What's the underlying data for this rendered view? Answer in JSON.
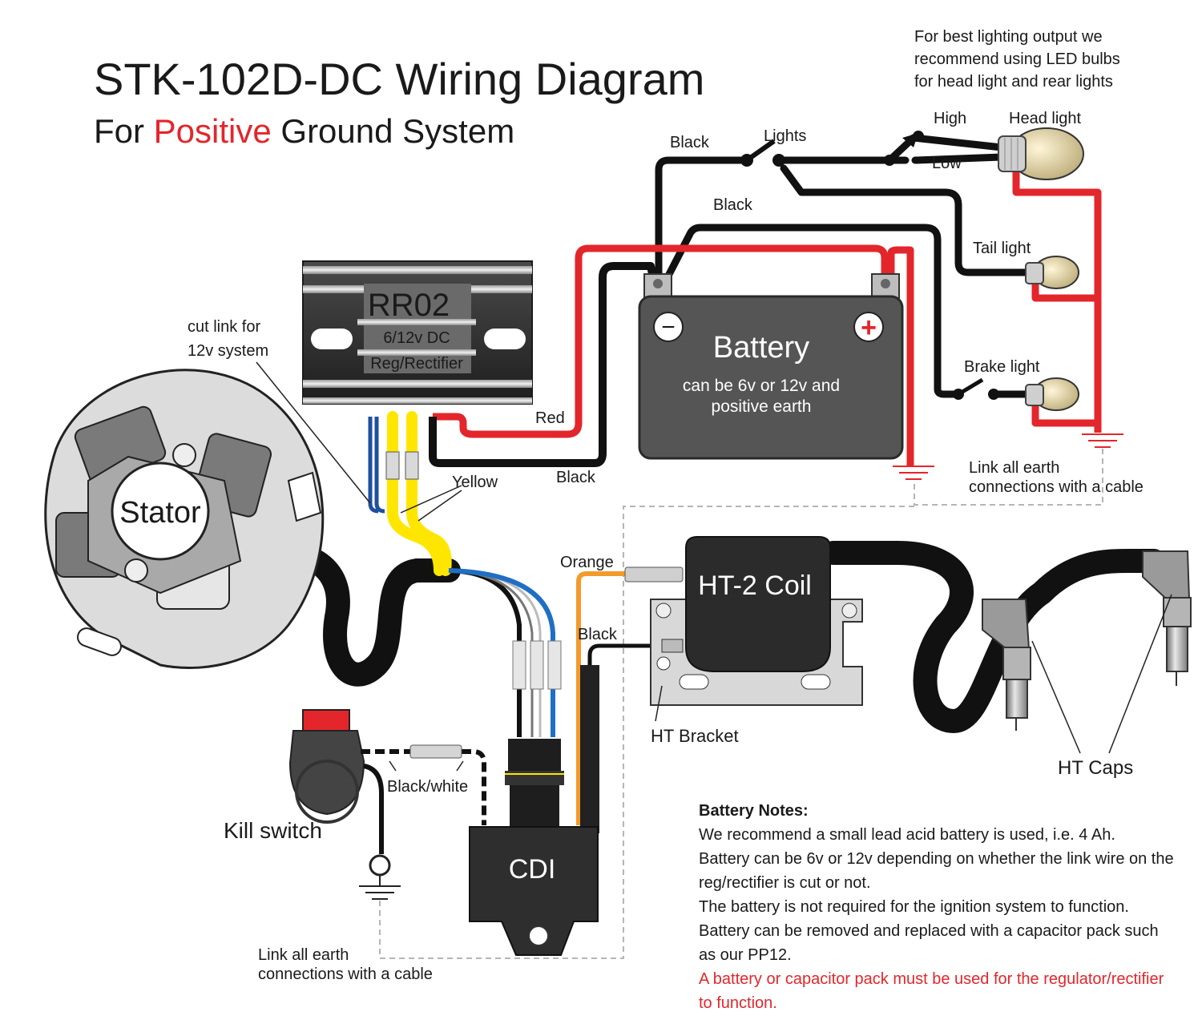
{
  "title": "STK-102D-DC Wiring Diagram",
  "subtitle": {
    "before": "For ",
    "highlight": "Positive",
    "after": " Ground System"
  },
  "led_note": [
    "For best lighting output we",
    "recommend using LED bulbs",
    "for head light and rear lights"
  ],
  "regulator": {
    "name": "RR02",
    "spec": "6/12v DC",
    "desc": "Reg/Rectifier"
  },
  "battery": {
    "name": "Battery",
    "desc": [
      "can be 6v or 12v and",
      "positive earth"
    ],
    "neg": "−",
    "pos": "+"
  },
  "stator": "Stator",
  "cdi": "CDI",
  "coil": "HT-2 Coil",
  "labels": {
    "cut_link": [
      "cut link for",
      "12v system"
    ],
    "red": "Red",
    "black_rr": "Black",
    "yellow": "Yellow",
    "black_top": "Black",
    "black_mid": "Black",
    "lights": "Lights",
    "high": "High",
    "low": "Low",
    "head_light": "Head light",
    "tail_light": "Tail light",
    "brake_light": "Brake light",
    "link_earth_right": [
      "Link all earth",
      "connections with a cable"
    ],
    "orange": "Orange",
    "black_coil": "Black",
    "ht_bracket": "HT Bracket",
    "ht_caps": "HT Caps",
    "black_white": "Black/white",
    "kill_switch": "Kill switch",
    "link_earth_bottom": [
      "Link all earth",
      "connections with a cable"
    ]
  },
  "notes": {
    "heading": "Battery Notes:",
    "lines": [
      "We recommend a small lead acid battery is used, i.e. 4 Ah.",
      "Battery can be 6v or 12v depending on whether the link wire on the",
      "reg/rectifier is cut or not.",
      "The battery is not required for the ignition system to function.",
      "Battery can be removed and replaced with a capacitor pack such",
      "as our PP12."
    ],
    "warning": [
      "A battery or capacitor pack must be used for the regulator/rectifier",
      "to function."
    ]
  },
  "colors": {
    "wire_red": "#e3262b",
    "wire_black": "#111111",
    "wire_yellow": "#ffe600",
    "wire_blue": "#1f6fc4",
    "wire_orange": "#f39a2b",
    "text_red": "#e3262b"
  }
}
